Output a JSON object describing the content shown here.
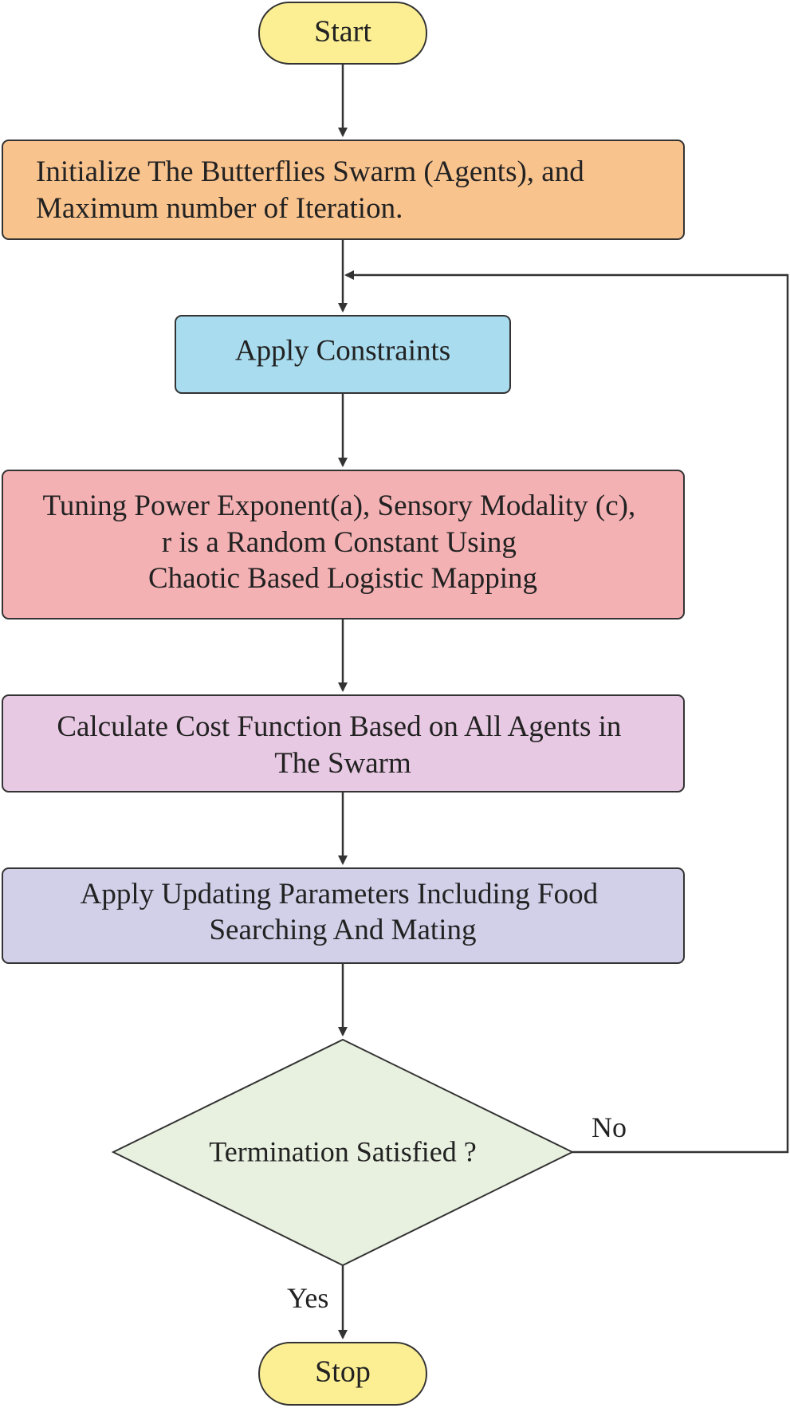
{
  "nodes": {
    "start": {
      "label": "Start",
      "color": "#fbee93"
    },
    "init": {
      "lines": [
        "Initialize The Butterflies Swarm (Agents), and",
        "Maximum number of Iteration."
      ],
      "color": "#f9c38e"
    },
    "constraints": {
      "label": "Apply Constraints",
      "color": "#a8dcee"
    },
    "tuning": {
      "lines": [
        "Tuning Power Exponent(a), Sensory Modality (c),",
        "r is a Random Constant Using",
        "Chaotic Based Logistic Mapping"
      ],
      "color": "#f4b1b4"
    },
    "cost": {
      "lines": [
        "Calculate Cost Function Based on All Agents in",
        "The Swarm"
      ],
      "color": "#e8c9e3"
    },
    "update": {
      "lines": [
        "Apply Updating Parameters Including Food",
        "Searching And Mating"
      ],
      "color": "#d2d0e9"
    },
    "decision": {
      "label": "Termination Satisfied ?",
      "color": "#e8f1df"
    },
    "stop": {
      "label": "Stop",
      "color": "#fbee93"
    }
  },
  "edge_labels": {
    "no": "No",
    "yes": "Yes"
  },
  "colors": {
    "stroke": "#333333",
    "text": "#222222"
  }
}
